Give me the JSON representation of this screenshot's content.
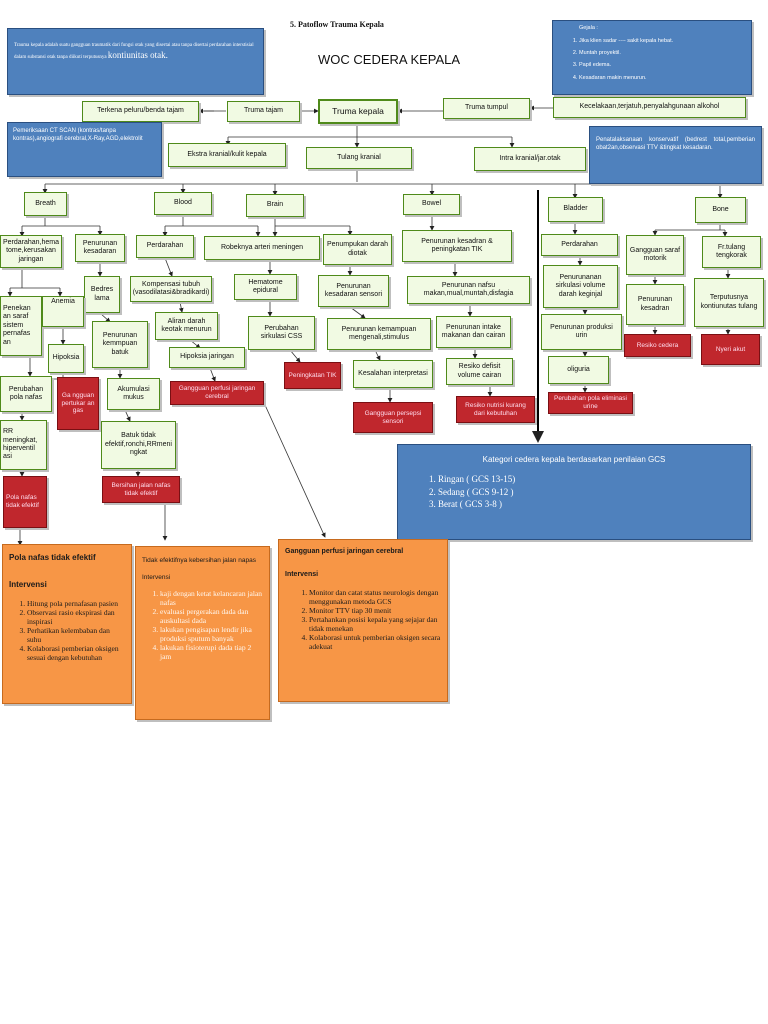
{
  "doc_title": "5. Patoflow Trauma Kepala",
  "main_title": "WOC CEDERA KEPALA",
  "definition_box": {
    "text_small": "Trauma kepala adalah suatu gangguan traumatik dari fungsi otak yang disertai atau tanpa disertai perdarahan interstisial dalam substansi otak tanpa diikuti terputusnya",
    "text_big": "kontiunitas otak."
  },
  "gejala": {
    "title": "Gejala :",
    "items": [
      "Jika klien sadar ---- sakit kepala hebat.",
      "Muntah proyektil.",
      "Papil edema.",
      "Kesadaran makin menurun."
    ]
  },
  "row1": {
    "peluru": "Terkena peluru/benda tajam",
    "truma_tajam": "Truma tajam",
    "trauma_kepala": "Truma kepala",
    "truma_tumpul": "Truma tumpul",
    "kecelakaan": "Kecelakaan,terjatuh,penyalahgunaan alkohol"
  },
  "pemeriksaan": "Pemeriksaan CT SCAN (kontras/tanpa kontras),angiografi cerebral,X-Ray,AGD,elektrolit",
  "penatalaksanaan": "Penatalaksanaan konservatif (bedrest total,pemberian obat2an,observasi TTV &tingkat kesadaran.",
  "row2": {
    "ekstra": "Ekstra kranial/kulit kepala",
    "tulang": "Tulang kranial",
    "intra": "Intra kranial/jar.otak"
  },
  "categories": {
    "breath": "Breath",
    "blood": "Blood",
    "brain": "Brain",
    "bowel": "Bowel",
    "bladder": "Bladder",
    "bone": "Bone"
  },
  "nodes": {
    "perdarahan_hema": "Perdarahan,hema tome,kerusakan jaringan",
    "penurunan_kesadaran1": "Penurunan kesadaran",
    "bedres_lama": "Bedres lama",
    "penekanan_saraf": "Penekan an saraf sistem pernafas an",
    "anemia": "Anemia",
    "hipoksia": "Hipoksia",
    "perubahan_pola": "Perubahan pola nafas",
    "gangguan_pertukaran": "Ga ngguan pertukar an gas",
    "rr_meningkat": "RR meningkat, hiperventil asi",
    "pola_nafas_tidak": "Pola nafas tidak efektif",
    "penurunan_kemampuan_batuk": "Penurunan kemmpuan batuk",
    "akumulasi_mukus": "Akumulasi mukus",
    "batuk_tidak_efektif": "Batuk tidak efektif,ronchi,RRmeni ngkat",
    "bersihan_jalan_nafas": "Bersihan jalan nafas tidak efektif",
    "perdarahan_blood": "Perdarahan",
    "kompensasi_tubuh": "Kompensasi tubuh (vasodilatasi&bradikardi)",
    "aliran_darah": "Aliran darah keotak menurun",
    "hipoksia_jaringan": "Hipoksia jaringan",
    "gangguan_perfusi": "Gangguan perfusi jaringan cerebral",
    "robeknya_arteri": "Robeknya arteri meningen",
    "hematome_epidural": "Hematome epidural",
    "perubahan_sirkulasi": "Perubahan sirkulasi CSS",
    "peningkatan_tik": "Peningkatan TIK",
    "penumpukan_darah": "Penumpukan darah diotak",
    "penurunan_kesadaran_sensori": "Penurunan kesadaran sensori",
    "penurunan_kemampuan_mengenali": "Penurunan kemampuan mengenali,stimulus",
    "kesalahan_interpretasi": "Kesalahan interpretasi",
    "gangguan_persepsi": "Gangguan persepsi sensori",
    "penurunan_kesadaran_tik": "Penurunan kesadran & peningkatan TIK",
    "penurunan_nafsu": "Penurunan nafsu makan,mual,muntah,disfagia",
    "penurunan_intake": "Penurunan intake makanan dan cairan",
    "resiko_defisit": "Resiko defisit volume cairan",
    "resiko_nutrisi": "Resiko nutrisi kurang dari kebutuhan",
    "perdarahan_bladder": "Perdarahan",
    "penurunan_sirkulasi_ginjal": "Penurunanan sirkulasi volume darah keginjal",
    "penurunan_produksi_urin": "Penurunan produksi urin",
    "oliguria": "oliguria",
    "perubahan_eliminasi": "Perubahan pola eliminasi urine",
    "gangguan_saraf_motorik": "Gangguan saraf motorik",
    "penurunan_kesadran_bone": "Penurunan kesadran",
    "resiko_cedera": "Resiko cedera",
    "fr_tulang": "Fr.tulang tengkorak",
    "terputusnya_kontiunitas": "Terputusnya kontiunutas tulang",
    "nyeri_akut": "Nyeri akut"
  },
  "gcs": {
    "title": "Kategori cedera kepala berdasarkan penilaian GCS",
    "items": [
      "Ringan ( GCS 13-15)",
      "Sedang ( GCS 9-12 )",
      "Berat ( GCS 3-8 )"
    ]
  },
  "interventions": [
    {
      "title": "Pola nafas tidak efektif",
      "subtitle": "Intervensi",
      "items": [
        "Hitung pola pernafasan pasien",
        "Observasi rasio ekspirasi dan inspirasi",
        "Perhatikan kelembaban dan suhu",
        "Kolaborasi pemberian oksigen sesuai dengan kebutuhan"
      ]
    },
    {
      "title": "Tidak efektifnya kebersihan jalan napas",
      "subtitle": "Intervensi",
      "items": [
        "kaji dengan ketat kelancaran jalan nafas",
        "evaluasi pergerakan dada dan auskultasi dada",
        "lakukan pengisapan lendir jika produksi sputum banyak",
        "lakukan fisioterupi dada tiap 2 jam"
      ]
    },
    {
      "title": "Gangguan perfusi jaringan cerebral",
      "subtitle": "Intervensi",
      "items": [
        "Monitor dan catat status neurologis dengan menggunakan metoda GCS",
        "Monitor TTV tiap 30 menit",
        "Pertahankan posisi kepala yang sejajar dan tidak menekan",
        "Kolaborasi untuk pemberian oksigen secara adekuat"
      ]
    }
  ],
  "colors": {
    "green_fill": "#f1fae3",
    "green_border": "#4f8a1a",
    "blue": "#4f81bd",
    "red": "#c0272d",
    "orange": "#f79646"
  }
}
